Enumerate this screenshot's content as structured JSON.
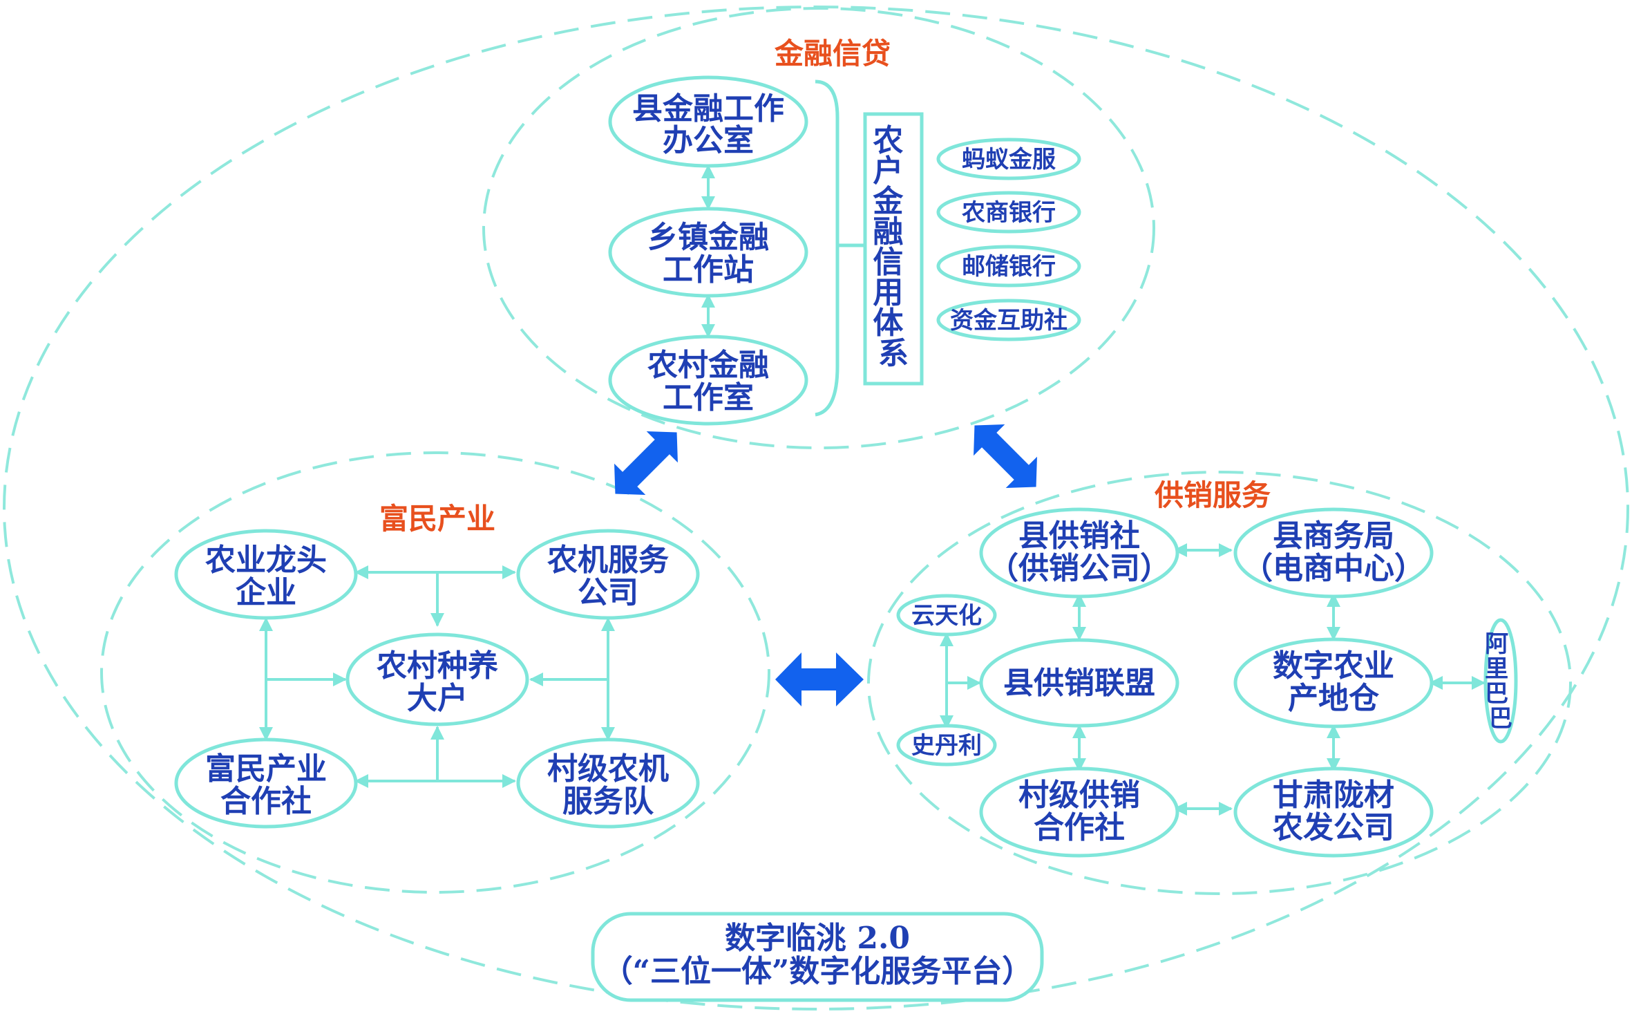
{
  "colors": {
    "node_text": "#1f3fb3",
    "section_title": "#e8501e",
    "outline": "#7fe6da",
    "big_arrow": "#1262ee"
  },
  "sections": {
    "finance": "金融信贷",
    "industry": "富民产业",
    "supply": "供销服务"
  },
  "finance": {
    "county_office": [
      "县金融工作",
      "办公室"
    ],
    "town_station": [
      "乡镇金融",
      "工作站"
    ],
    "village_room": [
      "农村金融",
      "工作室"
    ],
    "credit_system": [
      "农",
      "户",
      "金",
      "融",
      "信",
      "用",
      "体",
      "系"
    ],
    "institutions": [
      "蚂蚁金服",
      "农商银行",
      "邮储银行",
      "资金互助社"
    ]
  },
  "industry": {
    "leading_enterprise": [
      "农业龙头",
      "企业"
    ],
    "machinery_company": [
      "农机服务",
      "公司"
    ],
    "large_grower": [
      "农村种养",
      "大户"
    ],
    "cooperative": [
      "富民产业",
      "合作社"
    ],
    "village_machinery_team": [
      "村级农机",
      "服务队"
    ]
  },
  "supply": {
    "county_supply_coop": [
      "县供销社",
      "（供销公司）"
    ],
    "commerce_bureau": [
      "县商务局",
      "（电商中心）"
    ],
    "yuntianhua": "云天化",
    "stanley": "史丹利",
    "supply_alliance": "县供销联盟",
    "origin_warehouse": [
      "数字农业",
      "产地仓"
    ],
    "alibaba": [
      "阿",
      "里",
      "巴",
      "巴"
    ],
    "village_supply_coop": [
      "村级供销",
      "合作社"
    ],
    "gansu_company": [
      "甘肃陇材",
      "农发公司"
    ]
  },
  "platform": {
    "line1": "数字临洮 2.0",
    "line2": "（“三位一体”数字化服务平台）"
  }
}
